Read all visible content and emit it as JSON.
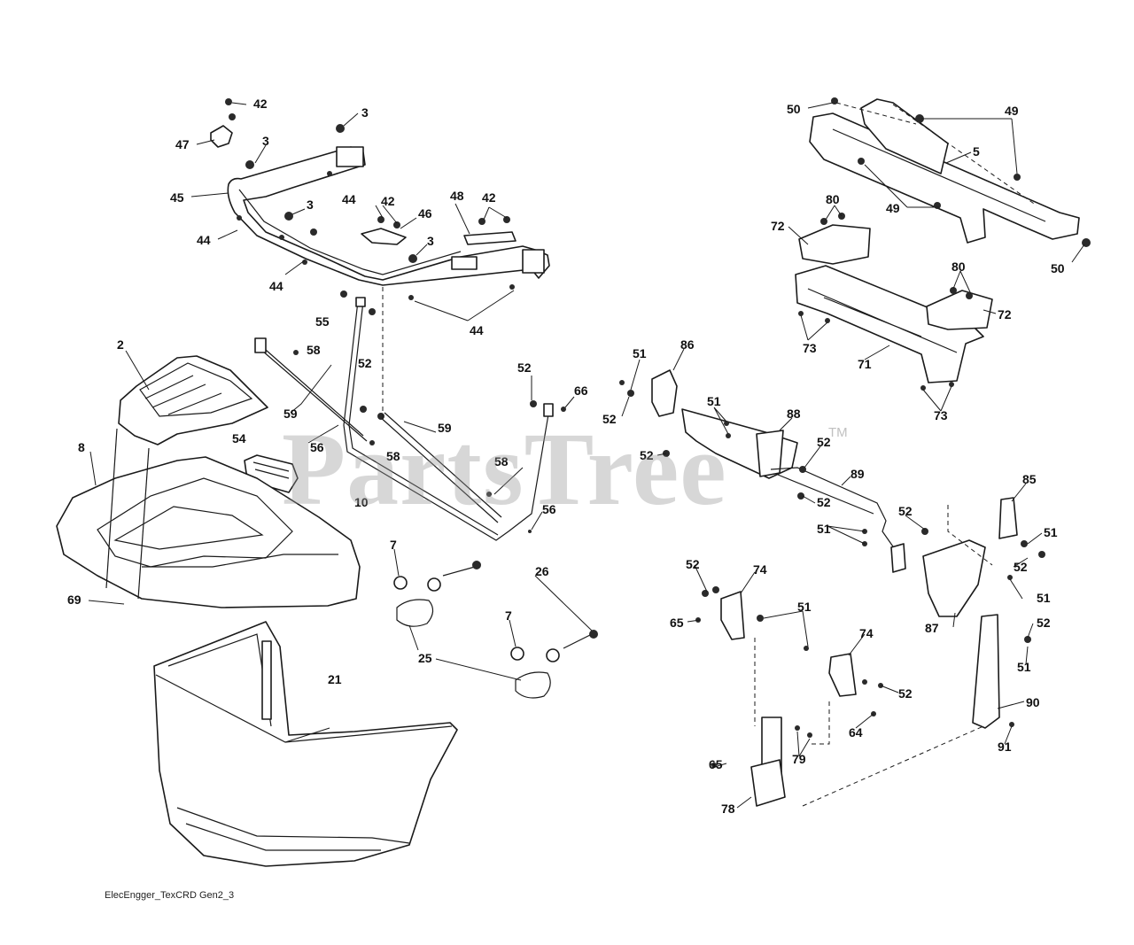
{
  "watermark": "PartsTree",
  "watermark_tm": "TM",
  "diagram_ref": "ElecEngger_TexCRD Gen2_3",
  "callouts": {
    "c42a": "42",
    "c47": "47",
    "c3a": "3",
    "c3b": "3",
    "c45": "45",
    "c44a": "44",
    "c3c": "3",
    "c44b": "44",
    "c44c": "44",
    "c42b": "42",
    "c46": "46",
    "c48": "48",
    "c42c": "42",
    "c3d": "3",
    "c44d": "44",
    "c55": "55",
    "c52a": "52",
    "c58a": "58",
    "c2": "2",
    "c59a": "59",
    "c56a": "56",
    "c58b": "58",
    "c59b": "59",
    "c54": "54",
    "c8": "8",
    "c10": "10",
    "c58c": "58",
    "c56b": "56",
    "c52b": "52",
    "c66": "66",
    "c7a": "7",
    "c26": "26",
    "c69": "69",
    "c25": "25",
    "c7b": "7",
    "c21": "21",
    "c50a": "50",
    "c49a": "49",
    "c5": "5",
    "c49b": "49",
    "c50b": "50",
    "c80a": "80",
    "c72a": "72",
    "c80b": "80",
    "c72b": "72",
    "c73a": "73",
    "c71": "71",
    "c73b": "73",
    "c51a": "51",
    "c86": "86",
    "c52c": "52",
    "c51b": "51",
    "c88": "88",
    "c52d": "52",
    "c52e": "52",
    "c89": "89",
    "c52f": "52",
    "c51c": "51",
    "c85": "85",
    "c52g": "52",
    "c51d": "51",
    "c52h": "52",
    "c51e": "51",
    "c52i": "52",
    "c74a": "74",
    "c65a": "65",
    "c51f": "51",
    "c87": "87",
    "c74b": "74",
    "c52j": "52",
    "c52k": "52",
    "c51g": "51",
    "c64": "64",
    "c90": "90",
    "c79": "79",
    "c65b": "65",
    "c91": "91",
    "c78": "78"
  }
}
